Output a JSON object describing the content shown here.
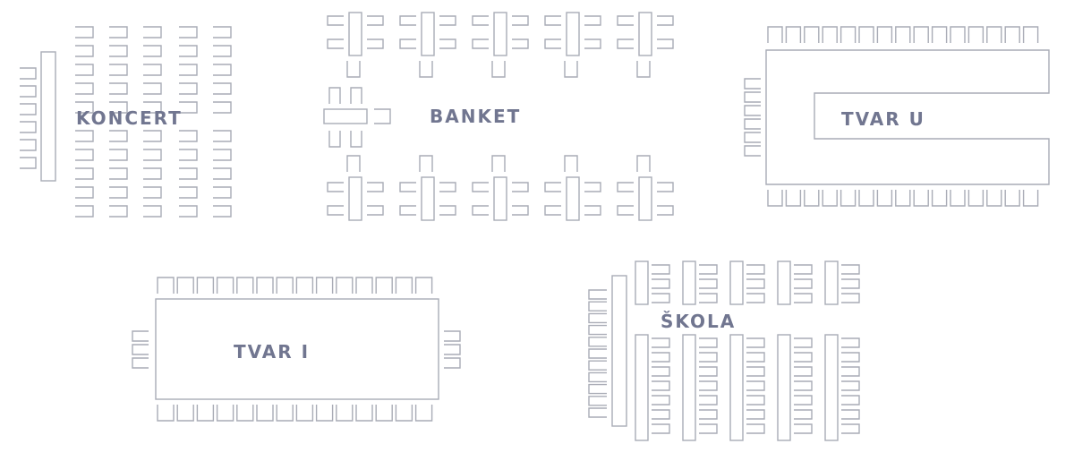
{
  "colors": {
    "line": "#a9acb6",
    "text": "#717690",
    "background": "#ffffff"
  },
  "layouts": [
    {
      "id": "koncert",
      "label": "KONCERT"
    },
    {
      "id": "banket",
      "label": "BANKET"
    },
    {
      "id": "tvar-u",
      "label": "TVAR U"
    },
    {
      "id": "tvar-i",
      "label": "TVAR I"
    },
    {
      "id": "skola",
      "label": "ŠKOLA"
    }
  ]
}
